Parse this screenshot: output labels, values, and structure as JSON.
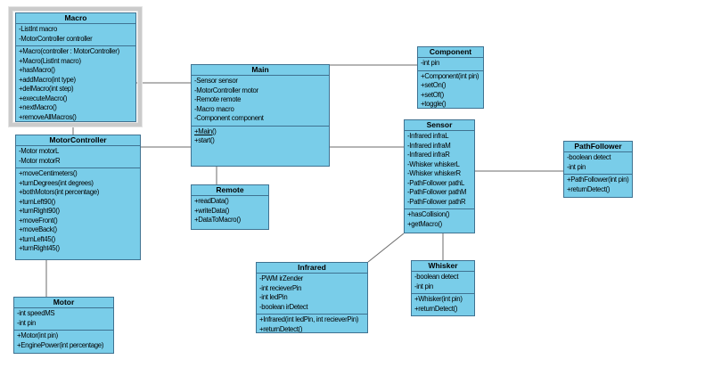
{
  "diagram": {
    "type": "uml-class-diagram",
    "background_color": "#ffffff",
    "box_fill_color": "#79cde9",
    "box_border_color": "#3f7291",
    "connector_color": "#6b6b6b",
    "selection_frame_color": "#cbcbcb",
    "selected_class": "Macro"
  },
  "classes": [
    {
      "name": "Macro",
      "attributes": [
        "-ListInt macro",
        "-MotorController controller"
      ],
      "methods": [
        "+Macro(controller : MotorController)",
        "+Macro(ListInt macro)",
        "+hasMacro()",
        "+addMacro(int type)",
        "+delMacro(int step)",
        "+executeMacro()",
        "+nextMacro()",
        "+removeAllMacros()"
      ]
    },
    {
      "name": "MotorController",
      "attributes": [
        "-Motor motorL",
        "-Motor motorR"
      ],
      "methods": [
        "+moveCentimeters()",
        "+turnDegrees(int degrees)",
        "+bothMotors(int percentage)",
        "+turnLeft90()",
        "+turnRight90()",
        "+moveFront()",
        "+moveBack()",
        "+turnLeft45()",
        "+turnRight45()"
      ]
    },
    {
      "name": "Motor",
      "attributes": [
        "-int speedMS",
        "-int pin"
      ],
      "methods": [
        "+Motor(int pin)",
        "+EnginePower(int percentage)"
      ]
    },
    {
      "name": "Main",
      "attributes": [
        "-Sensor sensor",
        "-MotorController motor",
        "-Remote remote",
        "-Macro macro",
        "-Component component"
      ],
      "methods": [
        {
          "text": "+Main()",
          "underline": true
        },
        "+start()"
      ]
    },
    {
      "name": "Remote",
      "attributes": [],
      "methods": [
        "+readData()",
        "+writeData()",
        "+DataToMacro()"
      ]
    },
    {
      "name": "Component",
      "attributes": [
        "-int pin"
      ],
      "methods": [
        "+Component(int pin)",
        "+setOn()",
        "+setOf()",
        "+toggle()"
      ]
    },
    {
      "name": "Sensor",
      "attributes": [
        "-Infrared infraL",
        "-Infrared infraM",
        "-Infrared infraR",
        "-Whisker whiskerL",
        "-Whisker whiskerR",
        "-PathFollower pathL",
        "-PathFollower pathM",
        "-PathFollower pathR"
      ],
      "methods": [
        "+hasCollision()",
        "+getMacro()"
      ]
    },
    {
      "name": "PathFollower",
      "attributes": [
        "-boolean detect",
        "-int pin"
      ],
      "methods": [
        "+PathFollower(int pin)",
        "+returnDetect()"
      ]
    },
    {
      "name": "Infrared",
      "attributes": [
        "-PWM irZender",
        "-int recieverPin",
        "-int ledPin",
        "-boolean irDetect"
      ],
      "methods": [
        "+Infrared(int ledPin, int recieverPin)",
        "+returnDetect()"
      ]
    },
    {
      "name": "Whisker",
      "attributes": [
        "-boolean detect",
        "-int pin"
      ],
      "methods": [
        "+Whisker(int pin)",
        "+returnDetect()"
      ]
    }
  ],
  "connectors": [
    {
      "from": "Macro",
      "to": "Main"
    },
    {
      "from": "Macro",
      "to": "MotorController"
    },
    {
      "from": "MotorController",
      "to": "Main"
    },
    {
      "from": "MotorController",
      "to": "Motor"
    },
    {
      "from": "Main",
      "to": "Remote"
    },
    {
      "from": "Main",
      "to": "Component"
    },
    {
      "from": "Main",
      "to": "Sensor"
    },
    {
      "from": "Sensor",
      "to": "PathFollower"
    },
    {
      "from": "Sensor",
      "to": "Whisker"
    },
    {
      "from": "Sensor",
      "to": "Infrared"
    }
  ]
}
